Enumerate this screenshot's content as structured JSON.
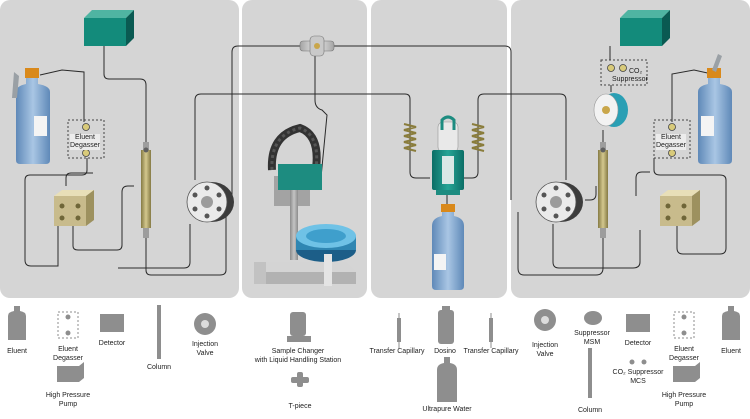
{
  "diagram": {
    "box_labels": {
      "eluent_degasser_left": [
        "Eluent",
        "Degasser"
      ],
      "eluent_degasser_right": [
        "Eluent",
        "Degasser"
      ],
      "co2_suppressor": [
        "CO₂",
        "Suppressor"
      ]
    },
    "legend": {
      "eluent_left": "Eluent",
      "eluent_degasser_left": [
        "Eluent",
        "Degasser"
      ],
      "detector_left": "Detector",
      "column_left": "Column",
      "injection_valve_left": [
        "Injection",
        "Valve"
      ],
      "high_pressure_pump_left": [
        "High Pressure",
        "Pump"
      ],
      "sample_changer": [
        "Sample Changer",
        "with Liquid Handling Station"
      ],
      "t_piece": "T-piece",
      "transfer_capillary_left": "Transfer Capillary",
      "dosino": "Dosino",
      "transfer_capillary_right": "Transfer Capillary",
      "ultrapure_water": "Ultrapure Water",
      "injection_valve_right": [
        "Injection",
        "Valve"
      ],
      "suppressor_msm": [
        "Suppressor",
        "MSM"
      ],
      "detector_right": "Detector",
      "co2_suppressor_mcs": [
        "CO₂ Suppressor",
        "MCS"
      ],
      "column_right": "Column",
      "eluent_degasser_right": [
        "Eluent",
        "Degasser"
      ],
      "eluent_right": "Eluent",
      "high_pressure_pump_right": [
        "High Pressure",
        "Pump"
      ]
    }
  }
}
